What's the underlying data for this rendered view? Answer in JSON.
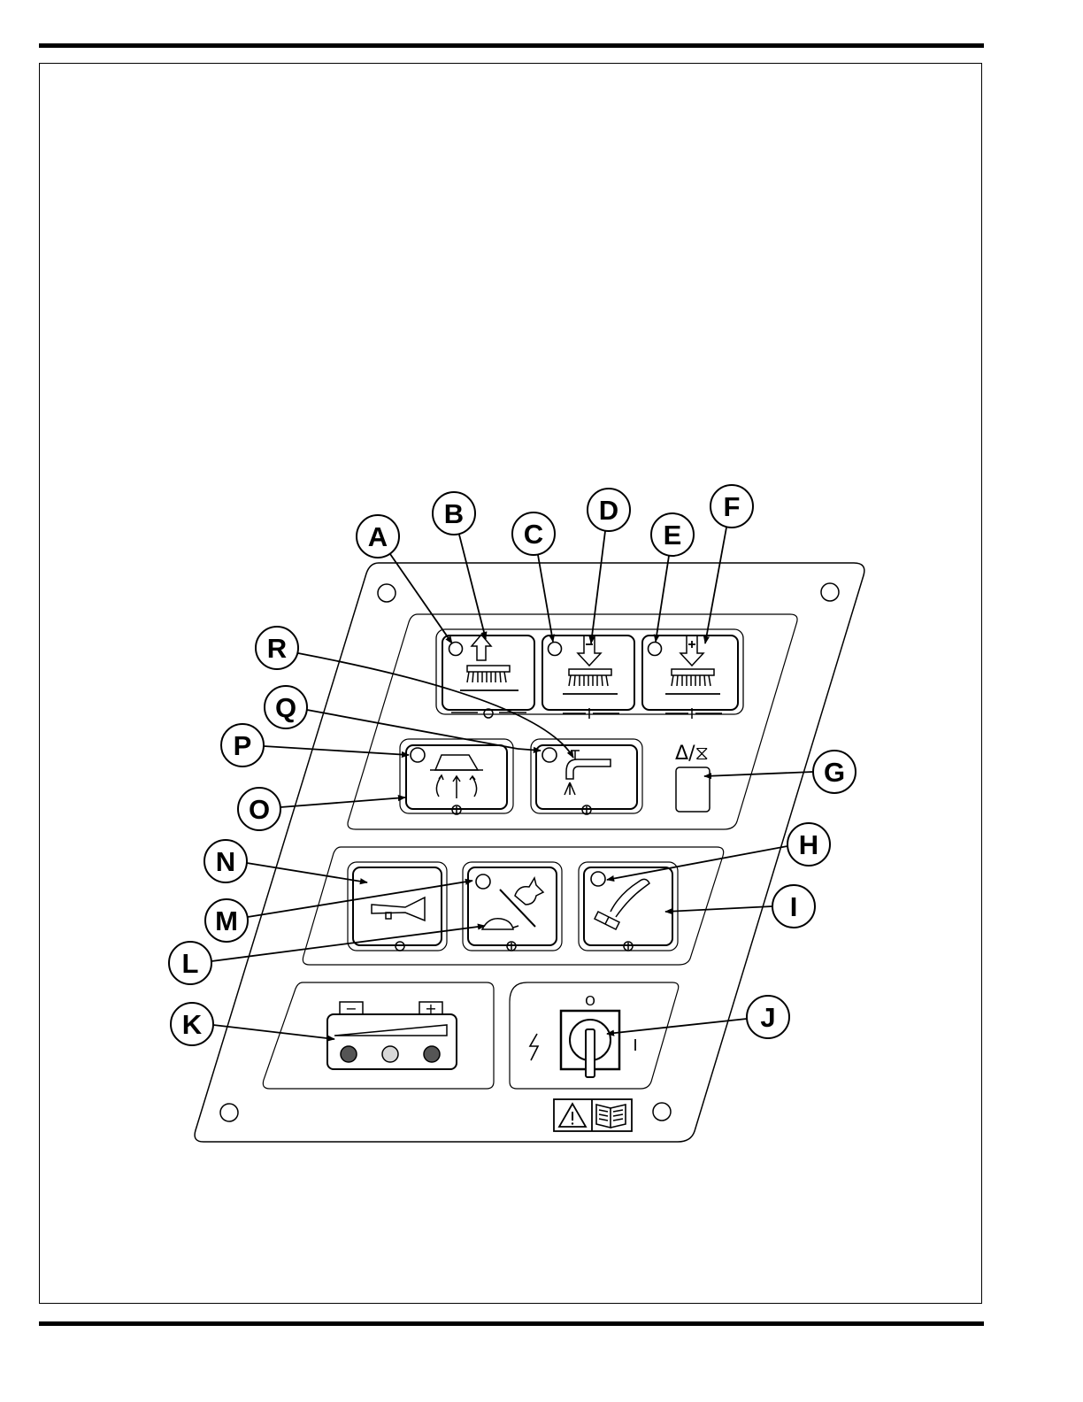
{
  "page": {
    "callouts": [
      {
        "id": "A",
        "label": "A"
      },
      {
        "id": "B",
        "label": "B"
      },
      {
        "id": "C",
        "label": "C"
      },
      {
        "id": "D",
        "label": "D"
      },
      {
        "id": "E",
        "label": "E"
      },
      {
        "id": "F",
        "label": "F"
      },
      {
        "id": "G",
        "label": "G"
      },
      {
        "id": "H",
        "label": "H"
      },
      {
        "id": "I",
        "label": "I"
      },
      {
        "id": "J",
        "label": "J"
      },
      {
        "id": "K",
        "label": "K"
      },
      {
        "id": "L",
        "label": "L"
      },
      {
        "id": "M",
        "label": "M"
      },
      {
        "id": "N",
        "label": "N"
      },
      {
        "id": "O",
        "label": "O"
      },
      {
        "id": "P",
        "label": "P"
      },
      {
        "id": "Q",
        "label": "Q"
      },
      {
        "id": "R",
        "label": "R"
      }
    ],
    "panel": {
      "battery_minus": "−",
      "battery_plus": "+",
      "key_off_mark": "O",
      "key_on_mark": "I",
      "hour_meter_symbol": "Δ/⧖",
      "battery_lamp_colors": [
        "#555555",
        "#d8d8d8",
        "#555555"
      ]
    },
    "colors": {
      "ink": "#000000",
      "led": "#ffffff"
    }
  }
}
